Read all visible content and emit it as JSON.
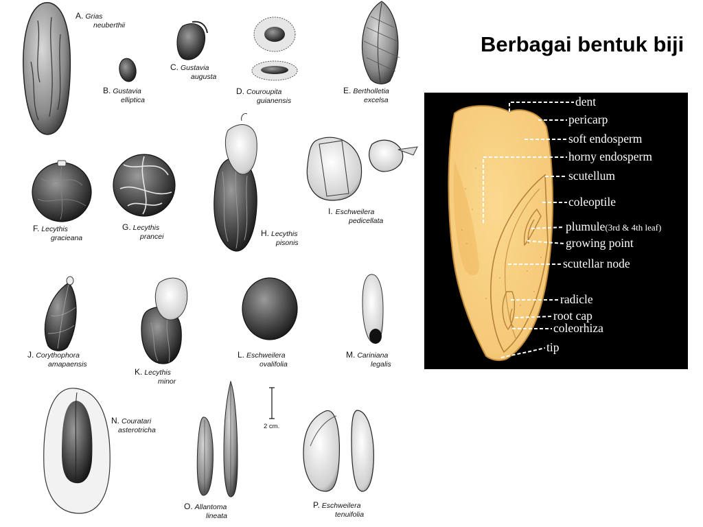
{
  "title": "Berbagai bentuk biji",
  "seed_plate": {
    "captions": [
      {
        "letter": "A.",
        "name_lines": [
          "Grias",
          "neuberthii"
        ]
      },
      {
        "letter": "B.",
        "name_lines": [
          "Gustavia",
          "elliptica"
        ]
      },
      {
        "letter": "C.",
        "name_lines": [
          "Gustavia",
          "augusta"
        ]
      },
      {
        "letter": "D.",
        "name_lines": [
          "Couroupita",
          "guianensis"
        ]
      },
      {
        "letter": "E.",
        "name_lines": [
          "Bertholletia",
          "excelsa"
        ]
      },
      {
        "letter": "F.",
        "name_lines": [
          "Lecythis",
          "gracieana"
        ]
      },
      {
        "letter": "G.",
        "name_lines": [
          "Lecythis",
          "prancei"
        ]
      },
      {
        "letter": "H.",
        "name_lines": [
          "Lecythis",
          "pisonis"
        ]
      },
      {
        "letter": "I.",
        "name_lines": [
          "Eschweilera",
          "pedicellata"
        ]
      },
      {
        "letter": "J.",
        "name_lines": [
          "Corythophora",
          "amapaensis"
        ]
      },
      {
        "letter": "K.",
        "name_lines": [
          "Lecythis",
          "minor"
        ]
      },
      {
        "letter": "L.",
        "name_lines": [
          "Eschweilera",
          "ovalifolia"
        ]
      },
      {
        "letter": "M.",
        "name_lines": [
          "Cariniana",
          "legalis"
        ]
      },
      {
        "letter": "N.",
        "name_lines": [
          "Couratari",
          "asterotricha"
        ]
      },
      {
        "letter": "O.",
        "name_lines": [
          "Allantoma",
          "lineata"
        ]
      },
      {
        "letter": "P.",
        "name_lines": [
          "Eschweilera",
          "tenuifolia"
        ]
      }
    ],
    "scale_label": "2 cm."
  },
  "kernel_diagram": {
    "labels": {
      "dent": "dent",
      "pericarp": "pericarp",
      "soft_endosperm": "soft endosperm",
      "horny_endosperm": "horny endosperm",
      "scutellum": "scutellum",
      "coleoptile": "coleoptile",
      "plumule": "plumule",
      "plumule_note": "(3rd & 4th leaf)",
      "growing_point": "growing point",
      "scutellar_node": "scutellar node",
      "radicle": "radicle",
      "root_cap": "root cap",
      "coleorhiza": "coleorhiza",
      "tip": "tip"
    },
    "colors": {
      "background": "#000000",
      "kernel": "#f5c978",
      "outline": "#c08a3a",
      "labels": "#ffffff"
    }
  }
}
